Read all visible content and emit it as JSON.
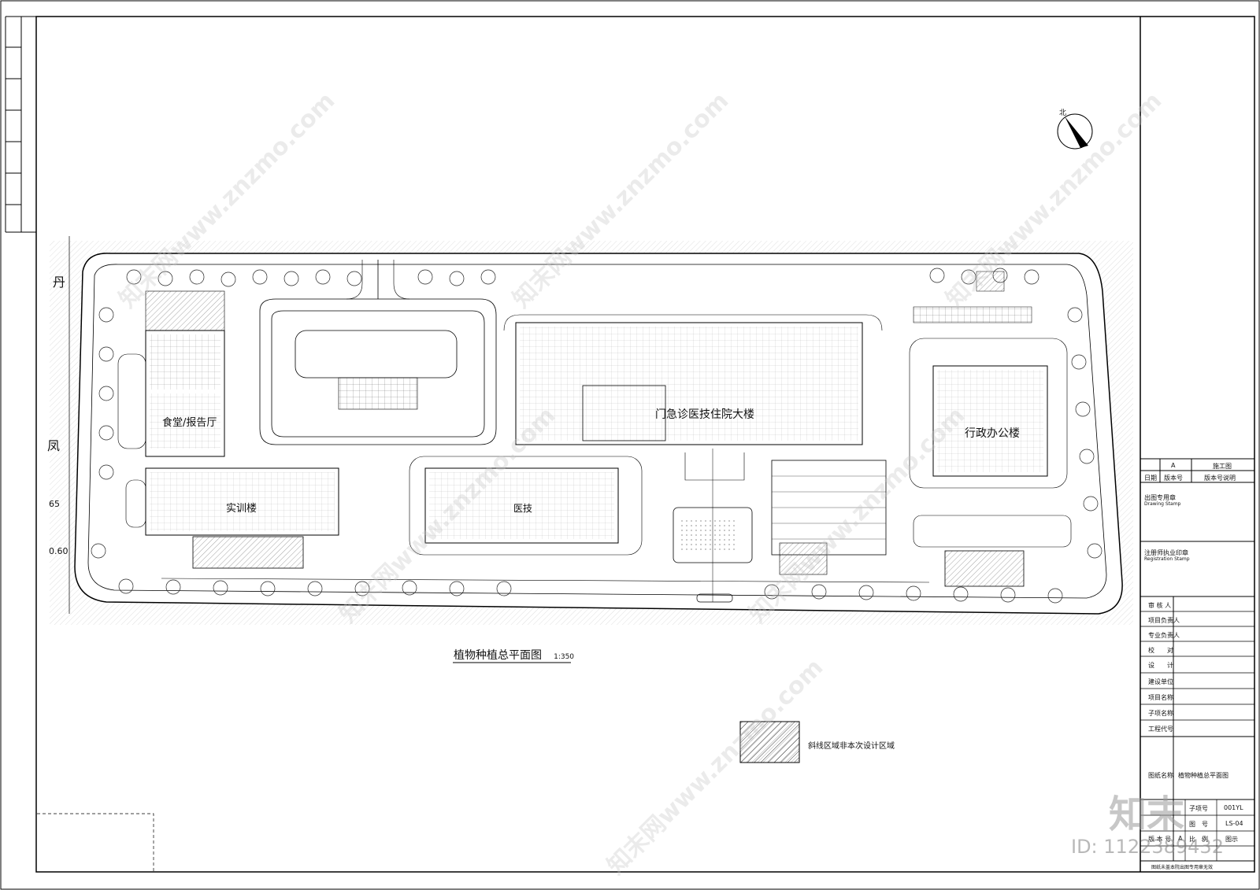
{
  "title": {
    "name": "植物种植总平面图",
    "scale": "1:350"
  },
  "legend": {
    "text": "斜线区域非本次设计区域"
  },
  "north": "北",
  "street_labels": {
    "left_top": "丹",
    "left_mid": "凤",
    "elev1": "65",
    "elev2": "0.60"
  },
  "buildings": {
    "main": "门急诊医技住院大楼",
    "admin": "行政办公楼",
    "training": "实训楼",
    "canteen": "食堂/报告厅",
    "clinic": "医技"
  },
  "titleblock": {
    "stage_code": "A",
    "stage": "施工图",
    "date": "日期",
    "version_no": "版本号",
    "version_desc": "版本号说明",
    "stamp_cn": "出图专用章",
    "stamp_en": "Drawing Stamp",
    "reg_cn": "注册师执业印章",
    "reg_en": "Registration Stamp",
    "rows": [
      "审 核 人",
      "项目负责人",
      "专业负责人",
      "校　　对",
      "设　　计",
      "建设单位",
      "项目名称",
      "子项名称",
      "工程代号"
    ],
    "drawing_name_label": "图纸名称",
    "drawing_name": "植物种植总平面图",
    "subitem_label": "子项号",
    "subitem_value": "001YL",
    "drawing_no_label": "图　号",
    "drawing_no": "LS-04",
    "ver_label": "版 本 号",
    "ver_value": "A",
    "scale_label": "比　例",
    "scale_value": "图示",
    "footer": "图纸未盖本院出图专用章无效"
  },
  "watermark": {
    "brand": "知末",
    "id": "ID: 1122389432",
    "url": "知末网www.znzmo.com"
  }
}
